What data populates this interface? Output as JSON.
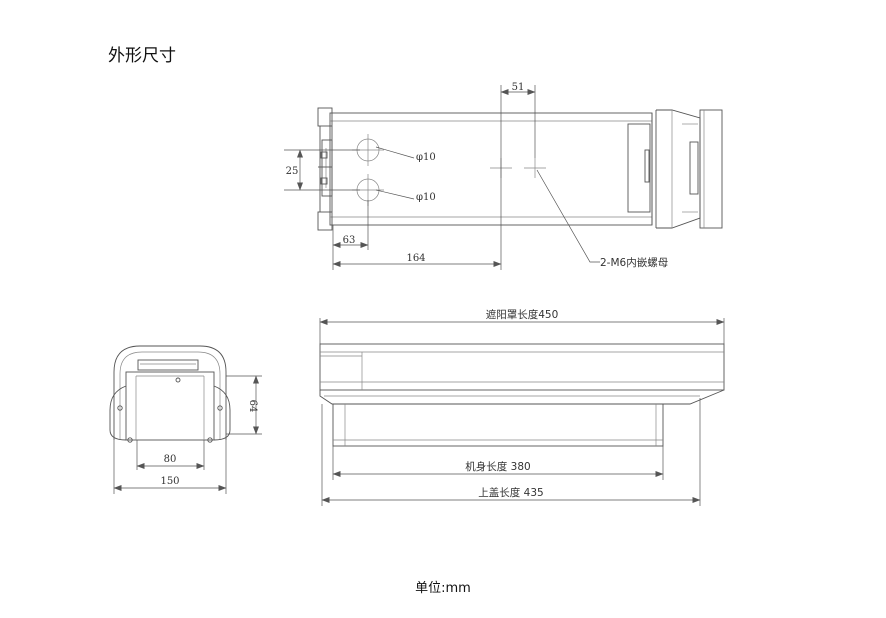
{
  "title": "外形尺寸",
  "unit": "单位:mm",
  "top_view": {
    "dim_51": "51",
    "dim_25": "25",
    "hole_1": "φ10",
    "hole_2": "φ10",
    "dim_63": "63",
    "dim_164": "164",
    "nut_note": "2-M6内嵌螺母"
  },
  "side_view": {
    "sunshade_length": "遮阳罩长度450",
    "body_length": "机身长度 380",
    "cover_length": "上盖长度 435"
  },
  "front_view": {
    "dim_64": "64",
    "dim_80": "80",
    "dim_150": "150"
  }
}
